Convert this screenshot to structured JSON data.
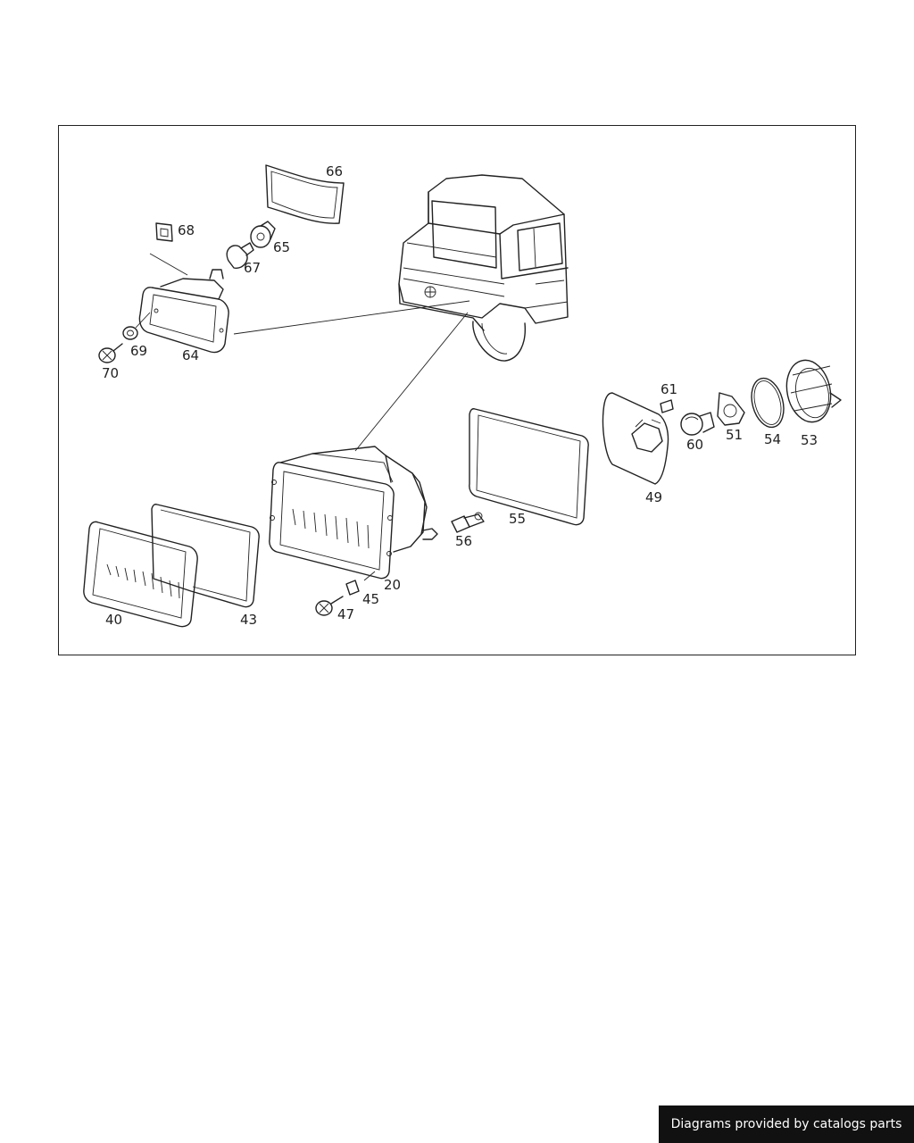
{
  "diagram": {
    "labels": {
      "p20": "20",
      "p40": "40",
      "p43": "43",
      "p45": "45",
      "p47": "47",
      "p49": "49",
      "p51": "51",
      "p53": "53",
      "p54": "54",
      "p55": "55",
      "p56": "56",
      "p60": "60",
      "p61": "61",
      "p64": "64",
      "p65": "65",
      "p66": "66",
      "p67": "67",
      "p68": "68",
      "p69": "69",
      "p70": "70"
    }
  },
  "footer": {
    "text": "Diagrams provided by catalogs parts"
  }
}
